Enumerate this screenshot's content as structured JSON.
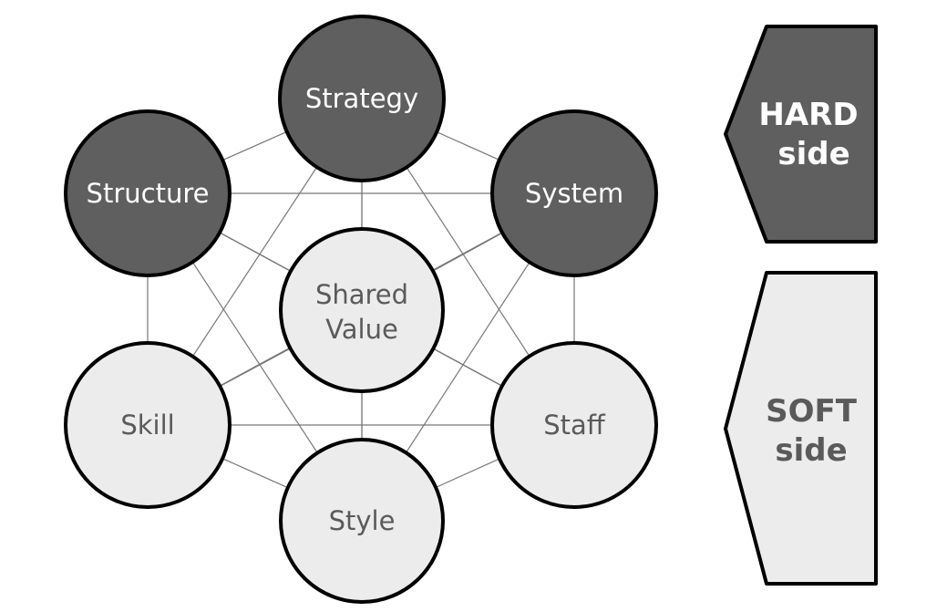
{
  "diagram": {
    "nodes": [
      {
        "id": "strategy",
        "label": "Strategy",
        "group": "hard"
      },
      {
        "id": "structure",
        "label": "Structure",
        "group": "hard"
      },
      {
        "id": "system",
        "label": "System",
        "group": "hard"
      },
      {
        "id": "shared_value",
        "label_line1": "Shared",
        "label_line2": "Value",
        "group": "soft"
      },
      {
        "id": "skill",
        "label": "Skill",
        "group": "soft"
      },
      {
        "id": "staff",
        "label": "Staff",
        "group": "soft"
      },
      {
        "id": "style",
        "label": "Style",
        "group": "soft"
      }
    ],
    "hard_side": {
      "line1": "HARD",
      "line2": "side"
    },
    "soft_side": {
      "line1": "SOFT",
      "line2": "side"
    }
  },
  "colors": {
    "hard": "#5f5f5f",
    "soft": "#ececec",
    "hard_text": "#ffffff",
    "soft_text": "#5a5a5a",
    "edge": "#777777"
  }
}
